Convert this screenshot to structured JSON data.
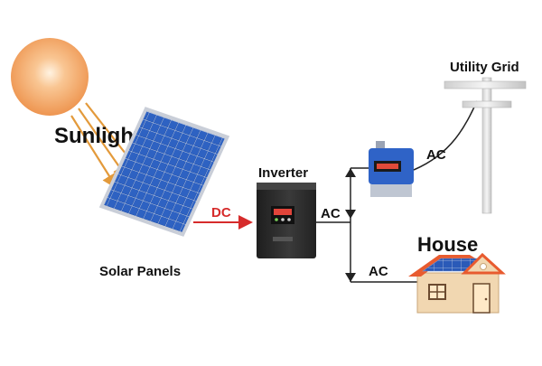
{
  "labels": {
    "sunlight": "Sunlight",
    "solar_panels": "Solar Panels",
    "dc": "DC",
    "inverter": "Inverter",
    "ac_inverter": "AC",
    "ac_grid": "AC",
    "ac_house": "AC",
    "utility_grid": "Utility Grid",
    "house": "House"
  },
  "colors": {
    "sun": "#f2a65a",
    "sun_core": "#ffe6c7",
    "rays": "#e39a3b",
    "panel_cell": "#1f4fa8",
    "panel_frame": "#c9ced8",
    "dc_line": "#d62b2b",
    "dc_label": "#d62b2b",
    "wire": "#222222",
    "inverter_body": "#2b2b2b",
    "meter_body": "#2f63c7",
    "pole": "#e2e2e2",
    "roof": "#e85b2f",
    "house_wall": "#f1d7b1",
    "roof_panel": "#2a5ab8"
  }
}
